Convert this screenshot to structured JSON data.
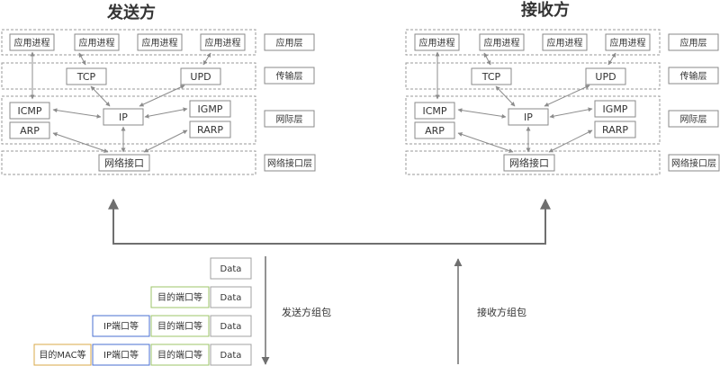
{
  "titles": {
    "sender": "发送方",
    "receiver": "接收方"
  },
  "app_process_label": "应用进程",
  "protocols": {
    "tcp": "TCP",
    "udp": "UPD",
    "icmp": "ICMP",
    "igmp": "IGMP",
    "ip": "IP",
    "arp": "ARP",
    "rarp": "RARP",
    "netif": "网络接口"
  },
  "layers": {
    "application": "应用层",
    "transport": "传输层",
    "network": "网际层",
    "link": "网络接口层"
  },
  "packets": {
    "data": "Data",
    "port": "目的端口等",
    "ip": "IP端口等",
    "mac": "目的MAC等"
  },
  "labels": {
    "send_pack": "发送方组包",
    "recv_pack": "接收方组包"
  },
  "colors": {
    "border": "#8a8a8a",
    "dashed": "#9a9a9a",
    "arrow": "#8c8c8c",
    "flow": "#6f6f6f",
    "data_border": "#a0a0a0",
    "port_border": "#9cc46a",
    "ip_border": "#4a6fd1",
    "mac_border": "#d9a84a"
  }
}
